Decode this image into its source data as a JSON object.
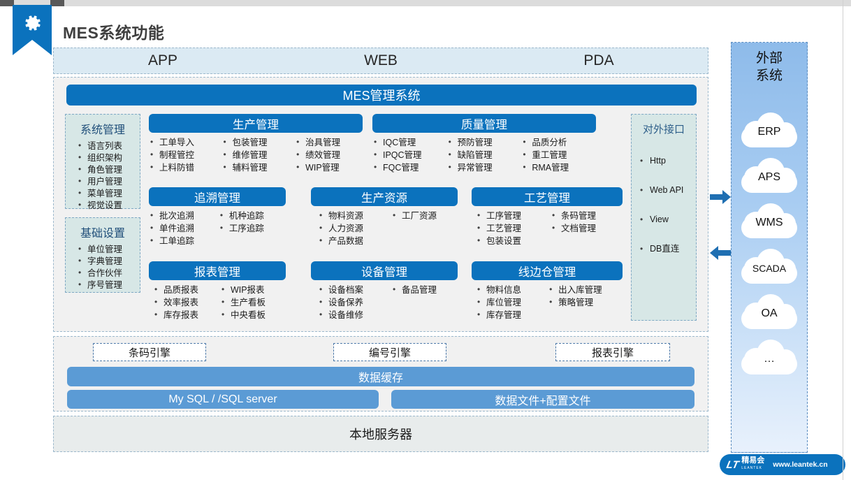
{
  "page_title": "MES系统功能",
  "colors": {
    "primary_blue": "#0b72bd",
    "light_blue": "#5b9bd5",
    "panel_bg": "#f1f1f1",
    "sidebox_bg": "#d7e7e6",
    "channel_bg": "#dbeaf3",
    "title_text": "#1f4e79"
  },
  "channels": [
    {
      "label": "APP"
    },
    {
      "label": "WEB"
    },
    {
      "label": "PDA"
    }
  ],
  "mes_title": "MES管理系统",
  "side_boxes": [
    {
      "title": "系统管理",
      "items": [
        "语言列表",
        "组织架构",
        "角色管理",
        "用户管理",
        "菜单管理",
        "视觉设置"
      ]
    },
    {
      "title": "基础设置",
      "items": [
        "单位管理",
        "字典管理",
        "合作伙伴",
        "序号管理"
      ]
    }
  ],
  "modules": [
    {
      "title": "生产管理",
      "columns": [
        [
          "工单导入",
          "制程管控",
          "上料防错"
        ],
        [
          "包装管理",
          "维修管理",
          "辅料管理"
        ],
        [
          "治具管理",
          "绩效管理",
          "WIP管理"
        ]
      ]
    },
    {
      "title": "质量管理",
      "columns": [
        [
          "IQC管理",
          "IPQC管理",
          "FQC管理"
        ],
        [
          "预防管理",
          "缺陷管理",
          "异常管理"
        ],
        [
          "品质分析",
          "重工管理",
          "RMA管理"
        ]
      ]
    },
    {
      "title": "追溯管理",
      "columns": [
        [
          "批次追溯",
          "单件追溯",
          "工单追踪"
        ],
        [
          "机种追踪",
          "工序追踪"
        ]
      ]
    },
    {
      "title": "生产资源",
      "columns": [
        [
          "物料资源",
          "人力资源",
          "产品数据"
        ],
        [
          "工厂资源"
        ]
      ]
    },
    {
      "title": "工艺管理",
      "columns": [
        [
          "工序管理",
          "工艺管理",
          "包装设置"
        ],
        [
          "条码管理",
          "文档管理"
        ]
      ]
    },
    {
      "title": "报表管理",
      "columns": [
        [
          "品质报表",
          "效率报表",
          "库存报表"
        ],
        [
          "WIP报表",
          "生产看板",
          "中央看板"
        ]
      ]
    },
    {
      "title": "设备管理",
      "columns": [
        [
          "设备档案",
          "设备保养",
          "设备维修"
        ],
        [
          "备品管理"
        ]
      ]
    },
    {
      "title": "线边仓管理",
      "columns": [
        [
          "物料信息",
          "库位管理",
          "库存管理"
        ],
        [
          "出入库管理",
          "策略管理"
        ]
      ]
    }
  ],
  "api_box": {
    "title": "对外接口",
    "items": [
      "Http",
      "Web API",
      "View",
      "DB直连"
    ]
  },
  "engines": [
    {
      "label": "条码引擎"
    },
    {
      "label": "编号引擎"
    },
    {
      "label": "报表引擎"
    }
  ],
  "cache_label": "数据缓存",
  "databases": [
    {
      "label": "My SQL / /SQL server"
    },
    {
      "label": "数据文件+配置文件"
    }
  ],
  "server_label": "本地服务器",
  "external": {
    "title_line1": "外部",
    "title_line2": "系统",
    "systems": [
      {
        "label": "ERP"
      },
      {
        "label": "APS"
      },
      {
        "label": "WMS"
      },
      {
        "label": "SCADA"
      },
      {
        "label": "OA"
      },
      {
        "label": "…"
      }
    ]
  },
  "brand": {
    "mark": "LT",
    "name": "精易会",
    "sub": "LEANTEK",
    "url": "www.leantek.cn"
  }
}
